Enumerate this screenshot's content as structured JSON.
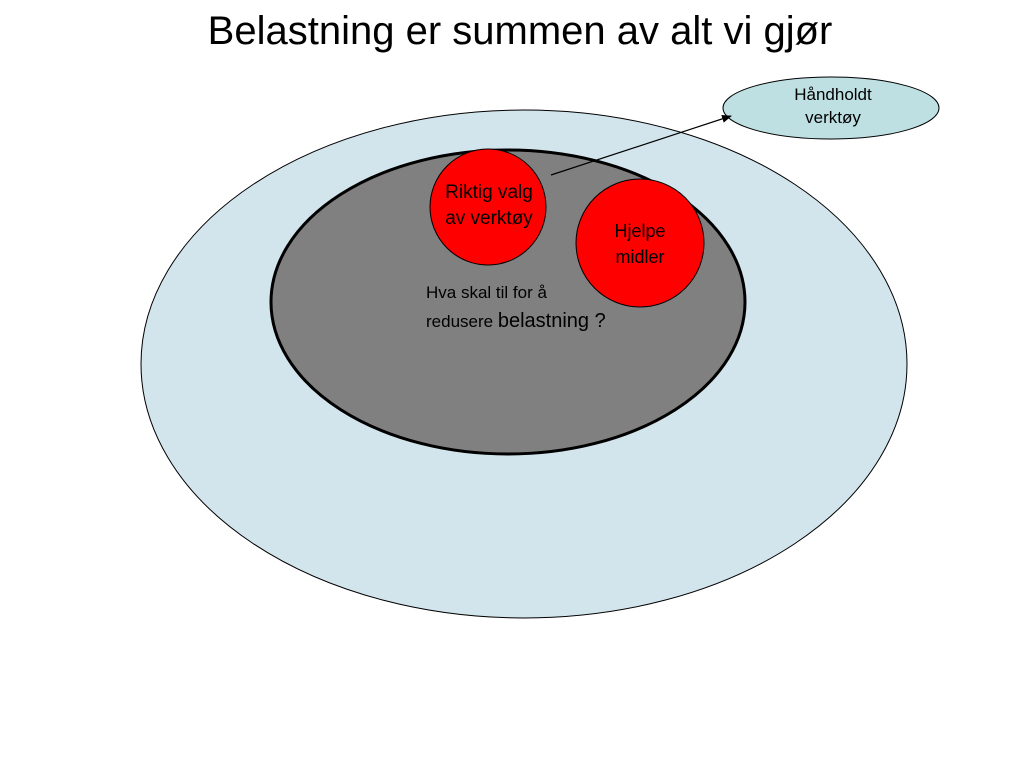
{
  "title": "Belastning er summen av alt vi gjør",
  "colors": {
    "outer_ellipse_fill": "#d2e4ec",
    "inner_ellipse_fill": "#808080",
    "red_circle_fill": "#ff0000",
    "callout_fill": "#bfe0e3",
    "outline": "#000000"
  },
  "nodes": {
    "riktig_valg": {
      "line1": "Riktig valg",
      "line2": "av verktøy"
    },
    "hjelpe_midler": {
      "line1": "Hjelpe",
      "line2": "midler"
    },
    "handholdt": {
      "line1": "Håndholdt",
      "line2": "verktøy"
    }
  },
  "question": {
    "line1": "Hva skal til for å",
    "line2_small": "redusere ",
    "line2_big": "belastning ?"
  }
}
